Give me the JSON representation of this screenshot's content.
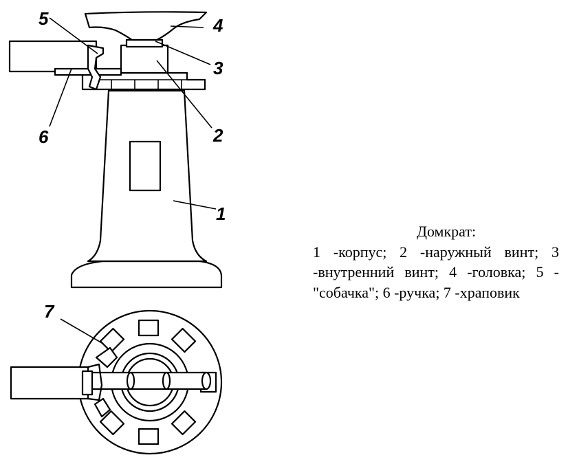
{
  "caption": {
    "title": "Домкрат:",
    "text": "1 -корпус; 2 -наружный винт; 3 -внутренний винт; 4 -головка; 5 -\"собачка\"; 6 -ручка; 7 -храповик"
  },
  "labels": {
    "n1": "1",
    "n2": "2",
    "n3": "3",
    "n4": "4",
    "n5": "5",
    "n6": "6",
    "n7": "7"
  }
}
